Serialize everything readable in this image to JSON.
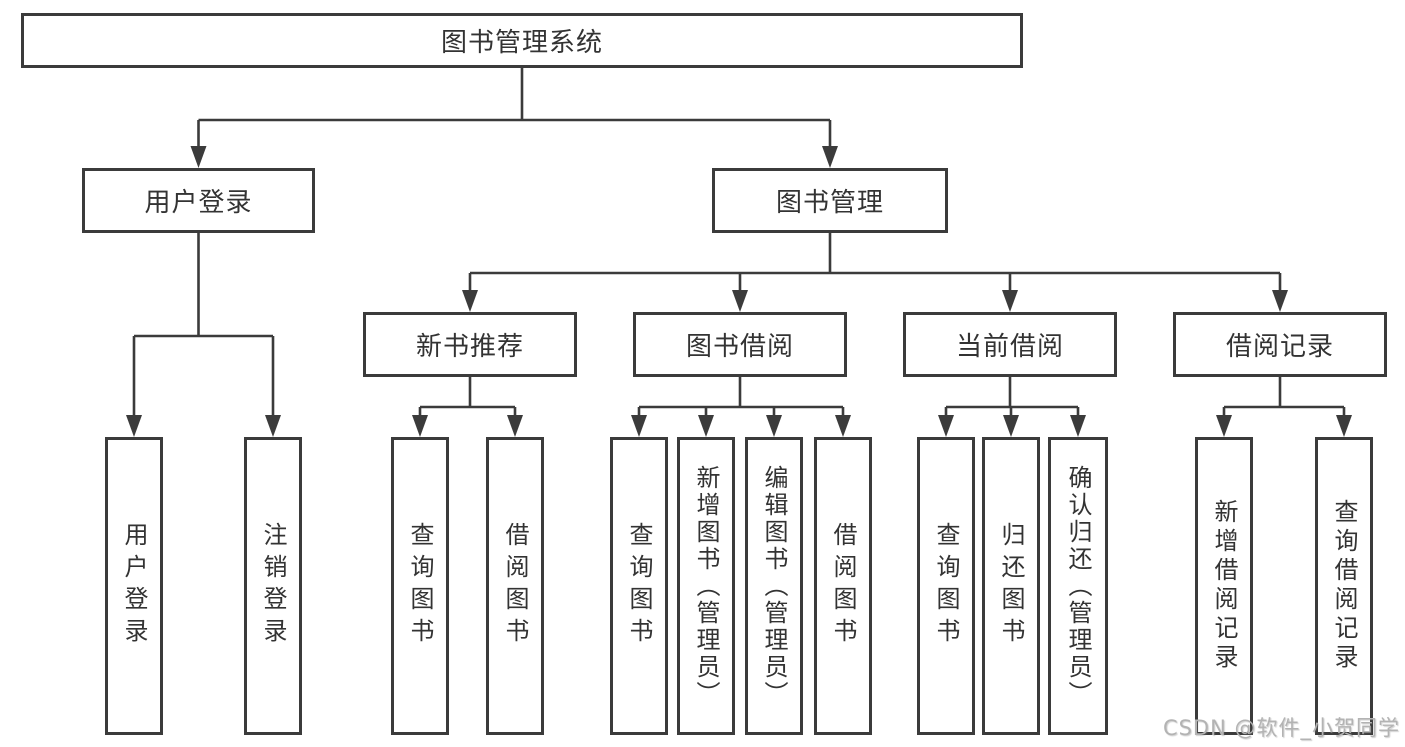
{
  "colors": {
    "line": "#3b3b3b",
    "box_border": "#3b3b3b",
    "text": "#333333",
    "watermark": "#b3b3b3",
    "background": "#ffffff"
  },
  "diagram": {
    "root": {
      "label": "图书管理系统"
    },
    "level2": [
      {
        "label": "用户登录"
      },
      {
        "label": "图书管理"
      }
    ],
    "level3": [
      {
        "label": "新书推荐"
      },
      {
        "label": "图书借阅"
      },
      {
        "label": "当前借阅"
      },
      {
        "label": "借阅记录"
      }
    ],
    "leaves": {
      "user_login": [
        "用户登录",
        "注销登录"
      ],
      "new_book": [
        "查询图书",
        "借阅图书"
      ],
      "book_borrow": [
        "查询图书",
        "新增图书（管理员）",
        "编辑图书（管理员）",
        "借阅图书"
      ],
      "current_borrow": [
        "查询图书",
        "归还图书",
        "确认归还（管理员）"
      ],
      "borrow_record": [
        "新增借阅记录",
        "查询借阅记录"
      ]
    }
  },
  "watermark": "CSDN @软件_小贺同学"
}
